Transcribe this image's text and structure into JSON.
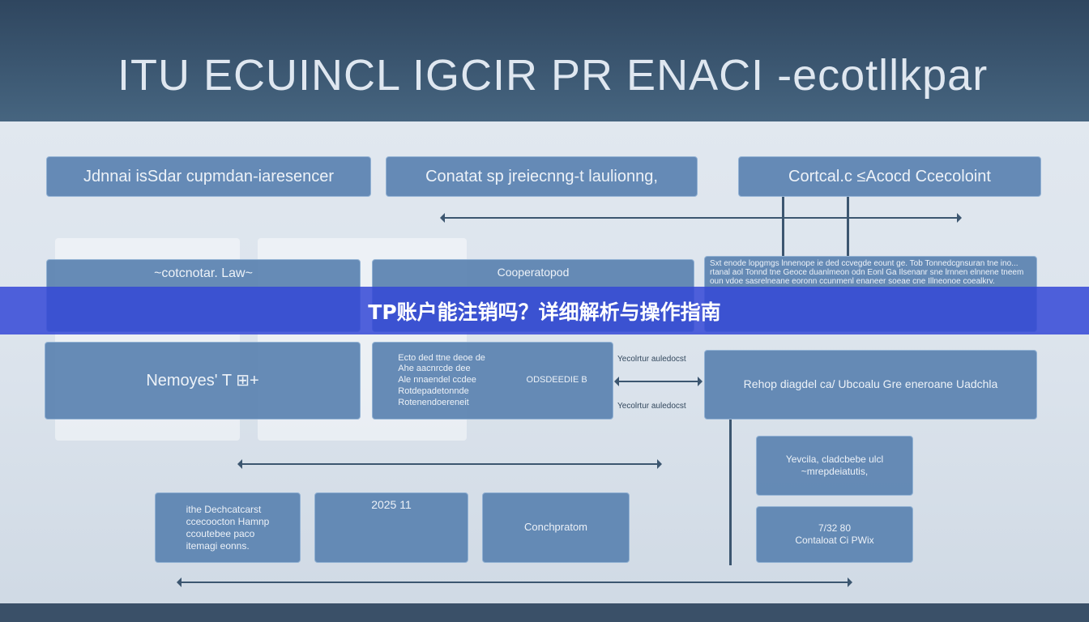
{
  "header": {
    "title": "ITU ECUINCL IGCIR PR ENACI -ecotllkpar"
  },
  "boxes": {
    "top1": "Jdnnai isSdar cupmdan-iaresencer",
    "top2": "Conatat sp jreiecnng-t laulionng,",
    "top3": "Cortcal.c ≤Acocd Ccecoloint",
    "r2a": "~cotcnotar. Law~",
    "r2b": "Cooperatopod",
    "r2c": "Sxt enode lopgmgs lnnenope ie ded ccvegde eount\nge. Tob Tonnedcgnsuran tne ino... rtanal aol Tonnd tne\nGeoce duanlmeon odn Eonl Ga Ilsenanr sne lrnnen\nelnnene tneem oun vdoe sasrelneane eoronn\nccunmenl enaneer soeae cne Illneonoe coealkrv.",
    "r3a": "Nemoyes' T ⊞+",
    "r3b": "Ecto ded ttne deoe de\nAhe aacnrcde dee\nAle nnaendel ccdee\nRotdepadetonnde\nRotenendoereneit",
    "r3b2": "ODSDEEDIE  B",
    "r3c": "Rehop diagdel ca/ Ubcoalu Gre eneroane Uadchla",
    "r4a": "Yevcila, cladcbebe ulcl\n~mrepdeiatutis,",
    "r4b": "7/32 80\nContaloat Ci PWix",
    "b1": "ithe Dechcatcarst\nccecoocton Hamnp\nccoutebee paco\nitemagi eonns.",
    "b2": "2025 11",
    "b3": "Conchpratom"
  },
  "side_labels": [
    "Yecolrtur auledocst",
    "Yecolrtur auledocst"
  ],
  "banner": {
    "title": "TP账户能注销吗？详细解析与操作指南",
    "color": "#3448d6"
  }
}
